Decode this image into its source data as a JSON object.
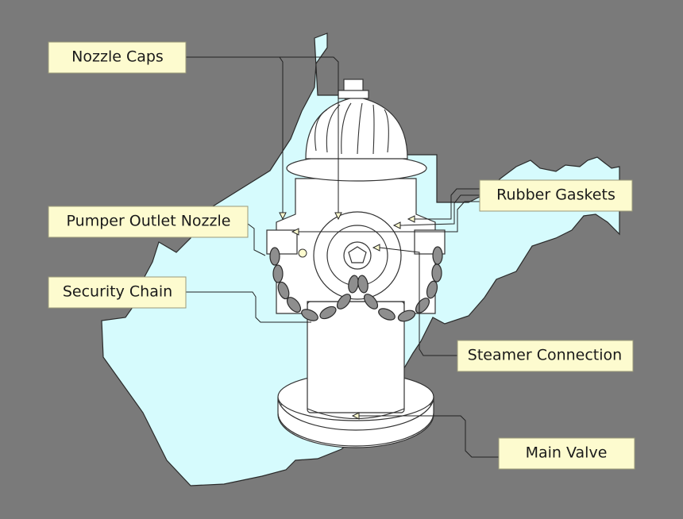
{
  "colors": {
    "background": "#7a7a7a",
    "map_fill": "#d6fbfd",
    "label_fill": "#fdfbcf",
    "chain": "#8e8e8e"
  },
  "labels": {
    "nozzle_caps": "Nozzle Caps",
    "pumper_outlet_nozzle": "Pumper Outlet Nozzle",
    "security_chain": "Security Chain",
    "rubber_gaskets": "Rubber Gaskets",
    "steamer_connection": "Steamer Connection",
    "main_valve": "Main Valve"
  }
}
